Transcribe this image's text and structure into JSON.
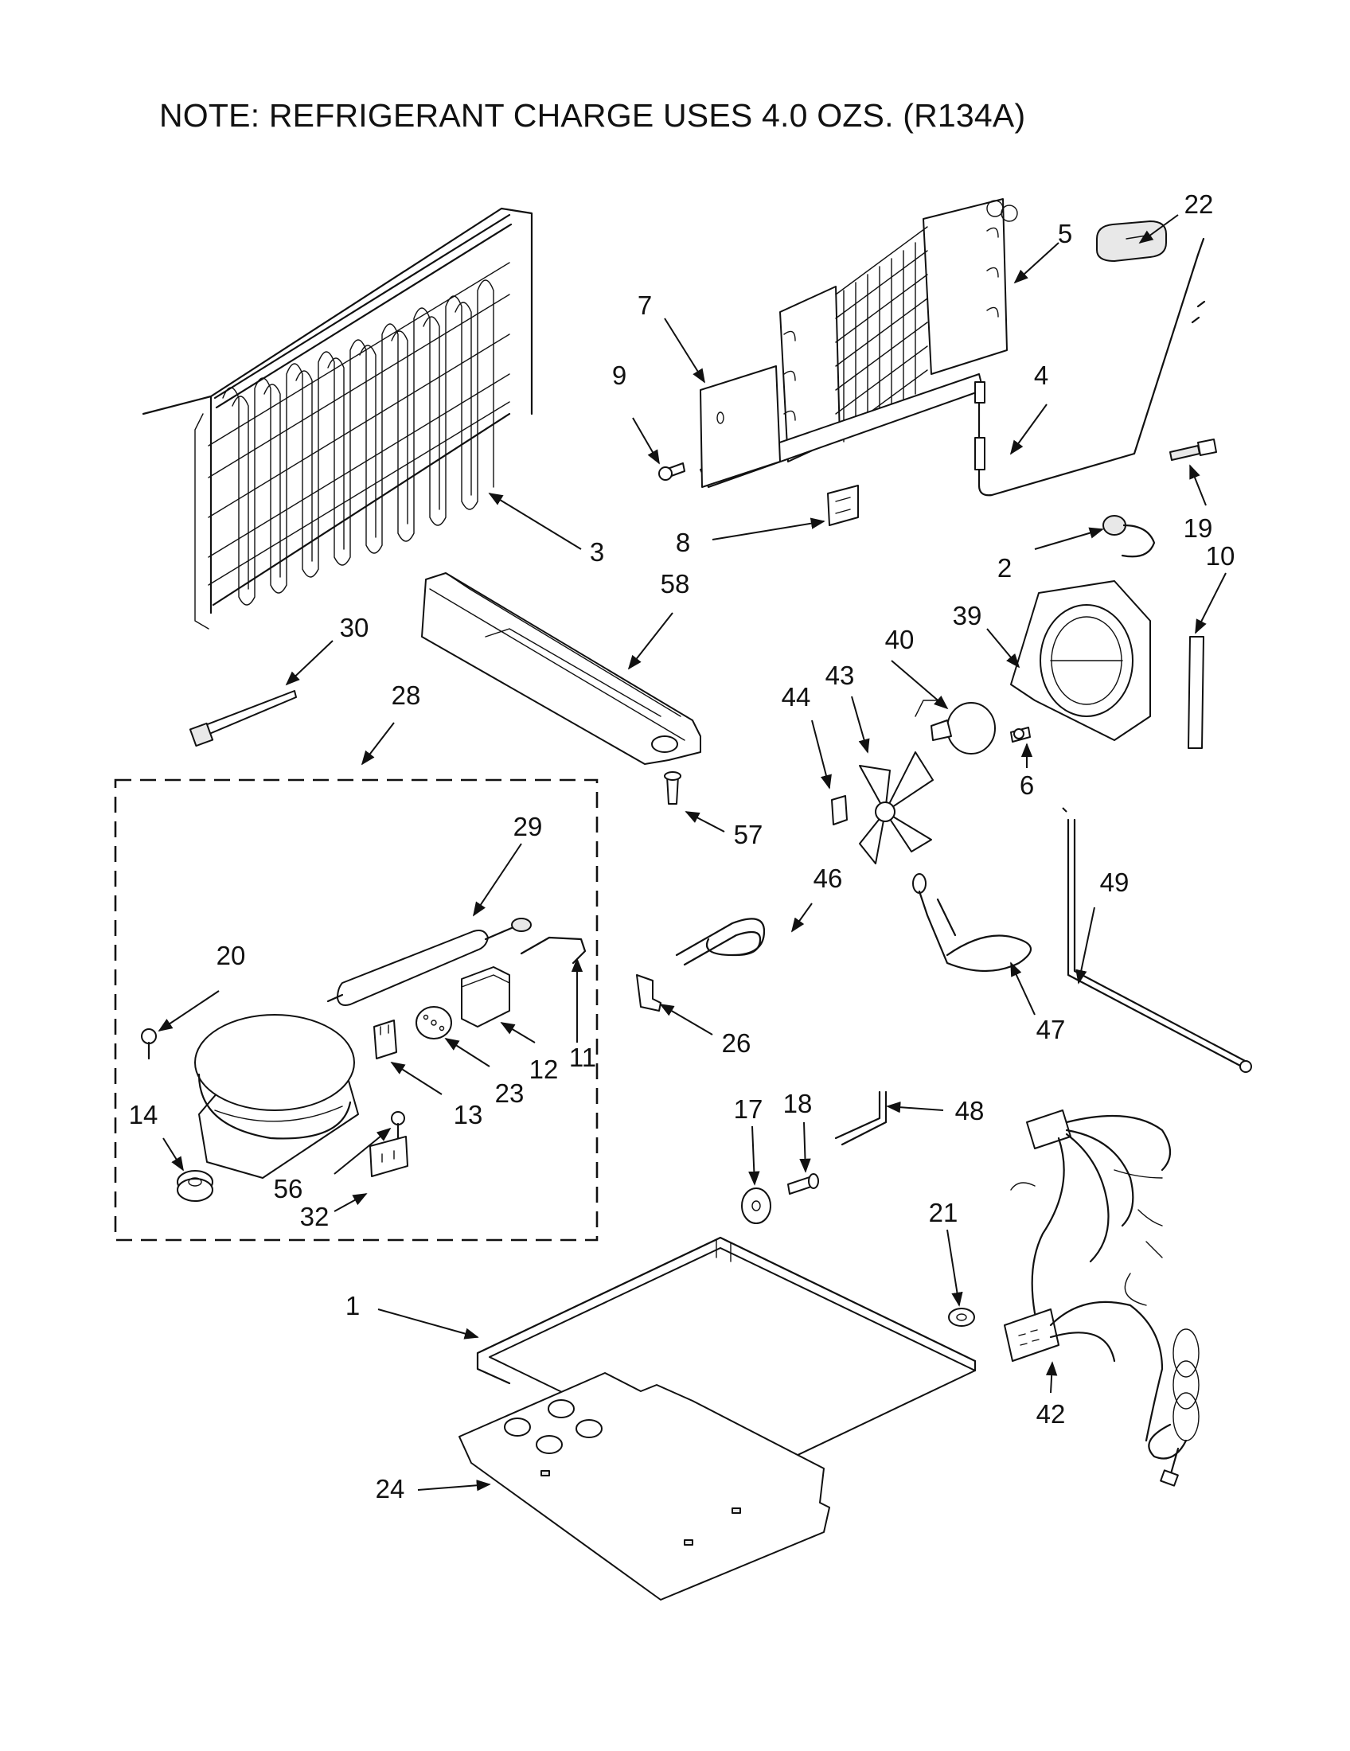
{
  "note": "NOTE: REFRIGERANT CHARGE USES 4.0 OZS. (R134A)",
  "callouts": [
    {
      "id": "n1",
      "text": "1"
    },
    {
      "id": "n2",
      "text": "2"
    },
    {
      "id": "n3",
      "text": "3"
    },
    {
      "id": "n4",
      "text": "4"
    },
    {
      "id": "n5",
      "text": "5"
    },
    {
      "id": "n6",
      "text": "6"
    },
    {
      "id": "n7",
      "text": "7"
    },
    {
      "id": "n8",
      "text": "8"
    },
    {
      "id": "n9",
      "text": "9"
    },
    {
      "id": "n10",
      "text": "10"
    },
    {
      "id": "n11",
      "text": "11"
    },
    {
      "id": "n12",
      "text": "12"
    },
    {
      "id": "n13",
      "text": "13"
    },
    {
      "id": "n14",
      "text": "14"
    },
    {
      "id": "n17",
      "text": "17"
    },
    {
      "id": "n18",
      "text": "18"
    },
    {
      "id": "n19",
      "text": "19"
    },
    {
      "id": "n20",
      "text": "20"
    },
    {
      "id": "n21",
      "text": "21"
    },
    {
      "id": "n22",
      "text": "22"
    },
    {
      "id": "n23",
      "text": "23"
    },
    {
      "id": "n24",
      "text": "24"
    },
    {
      "id": "n26",
      "text": "26"
    },
    {
      "id": "n28",
      "text": "28"
    },
    {
      "id": "n29",
      "text": "29"
    },
    {
      "id": "n30",
      "text": "30"
    },
    {
      "id": "n32",
      "text": "32"
    },
    {
      "id": "n39",
      "text": "39"
    },
    {
      "id": "n40",
      "text": "40"
    },
    {
      "id": "n42",
      "text": "42"
    },
    {
      "id": "n43",
      "text": "43"
    },
    {
      "id": "n44",
      "text": "44"
    },
    {
      "id": "n46",
      "text": "46"
    },
    {
      "id": "n47",
      "text": "47"
    },
    {
      "id": "n48",
      "text": "48"
    },
    {
      "id": "n49",
      "text": "49"
    },
    {
      "id": "n56",
      "text": "56"
    },
    {
      "id": "n57",
      "text": "57"
    },
    {
      "id": "n58",
      "text": "58"
    }
  ]
}
